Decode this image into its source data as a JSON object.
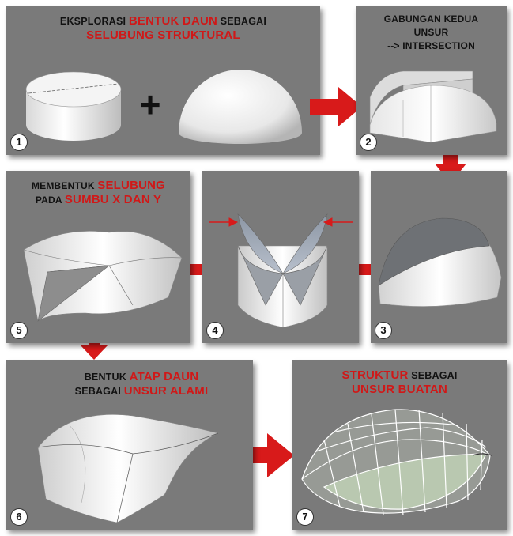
{
  "panels": [
    {
      "number": "1",
      "title_parts": [
        {
          "text": "EKSPLORASI ",
          "red": false
        },
        {
          "text": "BENTUK DAUN",
          "red": true
        },
        {
          "text": " SEBAGAI",
          "red": false
        }
      ],
      "title_line2": [
        {
          "text": "SELUBUNG STRUKTURAL",
          "red": true
        }
      ]
    },
    {
      "number": "2",
      "title_lines": [
        "GABUNGAN KEDUA",
        "UNSUR",
        "--> INTERSECTION"
      ]
    },
    {
      "number": "3"
    },
    {
      "number": "4"
    },
    {
      "number": "5",
      "title_parts": [
        {
          "text": "MEMBENTUK ",
          "red": false
        },
        {
          "text": "SELUBUNG",
          "red": true
        }
      ],
      "title_line2": [
        {
          "text": "PADA ",
          "red": false
        },
        {
          "text": "SUMBU X DAN Y",
          "red": true
        }
      ]
    },
    {
      "number": "6",
      "title_parts": [
        {
          "text": "BENTUK ",
          "red": false
        },
        {
          "text": "ATAP DAUN",
          "red": true
        }
      ],
      "title_line2": [
        {
          "text": "SEBAGAI ",
          "red": false
        },
        {
          "text": "UNSUR ALAMI",
          "red": true
        }
      ]
    },
    {
      "number": "7",
      "title_parts": [
        {
          "text": "STRUKTUR",
          "red": true
        },
        {
          "text": " SEBAGAI",
          "red": false
        }
      ],
      "title_line2": [
        {
          "text": "UNSUR BUATAN",
          "red": true
        }
      ]
    }
  ],
  "plus_symbol": "+",
  "colors": {
    "panel": "#7a7a7a",
    "arrow": "#d81a1a",
    "accent_text": "#d01818"
  }
}
